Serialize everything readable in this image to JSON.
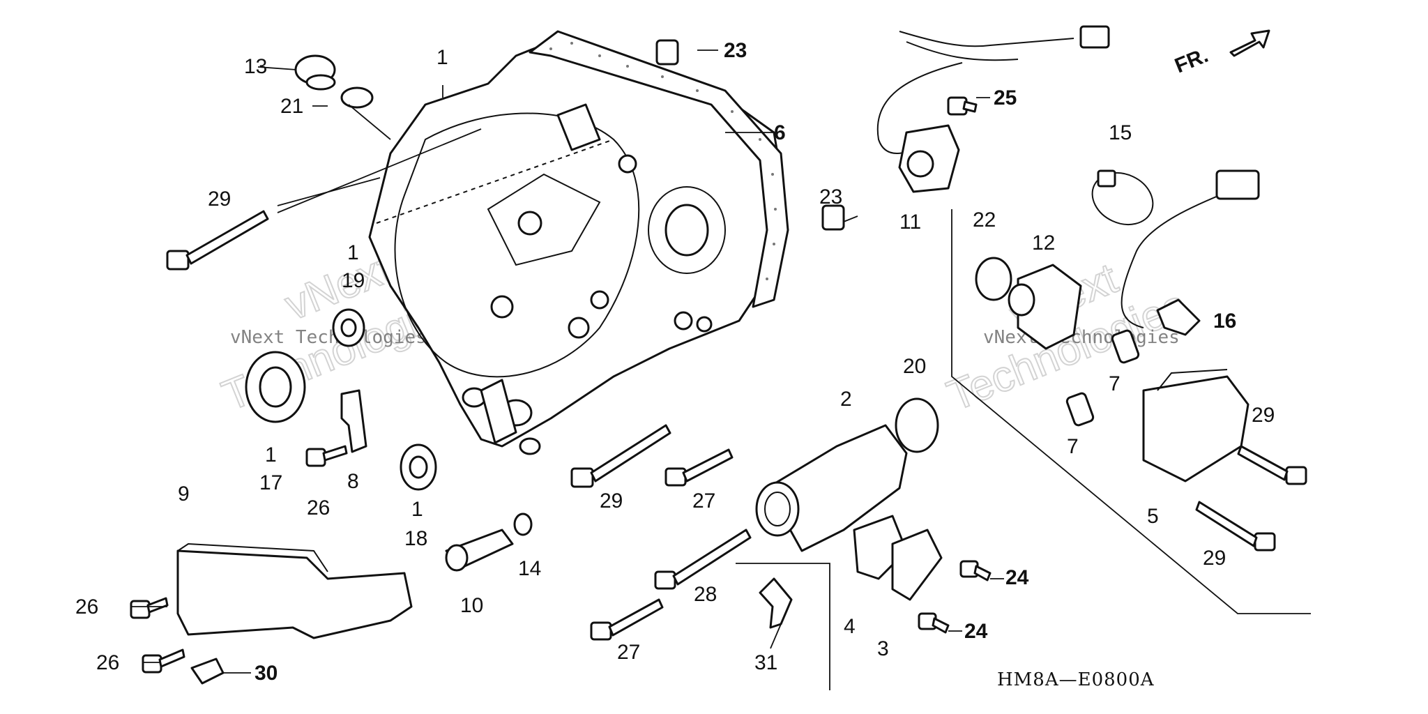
{
  "diagram": {
    "code": "HM8A—E0800A",
    "front_marker": "FR.",
    "watermark": {
      "line1": "vNext",
      "line2": "Technologies",
      "small": "vNext Technologies"
    },
    "callouts": {
      "c1": "1",
      "c2": "2",
      "c3": "3",
      "c4": "4",
      "c5": "5",
      "c6": "6",
      "c7": "7",
      "c8": "8",
      "c9": "9",
      "c10": "10",
      "c11": "11",
      "c12": "12",
      "c13": "13",
      "c14": "14",
      "c15": "15",
      "c16": "16",
      "c17": "17",
      "c18": "18",
      "c19": "19",
      "c20": "20",
      "c21": "21",
      "c22": "22",
      "c23": "23",
      "c24": "24",
      "c25": "25",
      "c26": "26",
      "c27": "27",
      "c28": "28",
      "c29": "29",
      "c30": "30",
      "c31": "31"
    }
  }
}
